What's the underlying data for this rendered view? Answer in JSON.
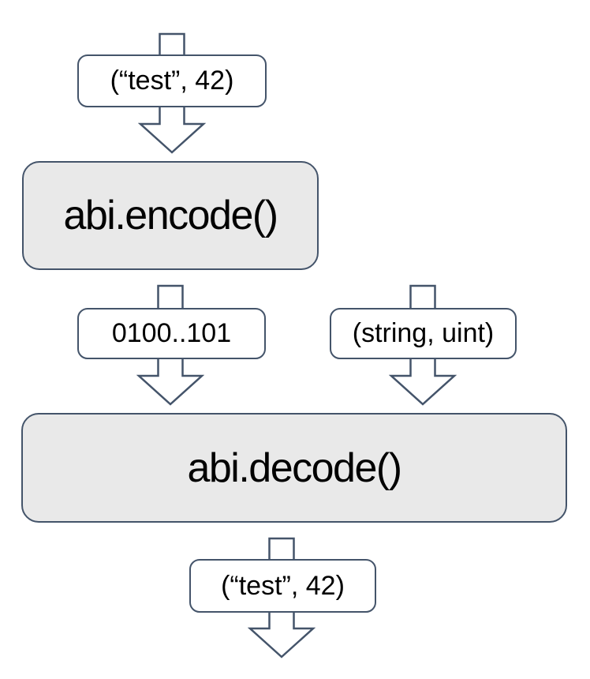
{
  "diagram": {
    "description": "ABI encode/decode data flow diagram",
    "colors": {
      "line_color": "#44546a",
      "process_fill": "#e9e9e9",
      "label_fill": "#ffffff",
      "text_color": "#000000",
      "background": "#ffffff"
    },
    "icons": {
      "down_block_arrow": "hollow block arrow pointing down"
    },
    "nodes": {
      "input_label": "(“test”, 42)",
      "encode_label": "abi.encode()",
      "encoded_bytes_label": "0100..101",
      "types_label": "(string, uint)",
      "decode_label": "abi.decode()",
      "output_label": "(“test”, 42)"
    }
  }
}
